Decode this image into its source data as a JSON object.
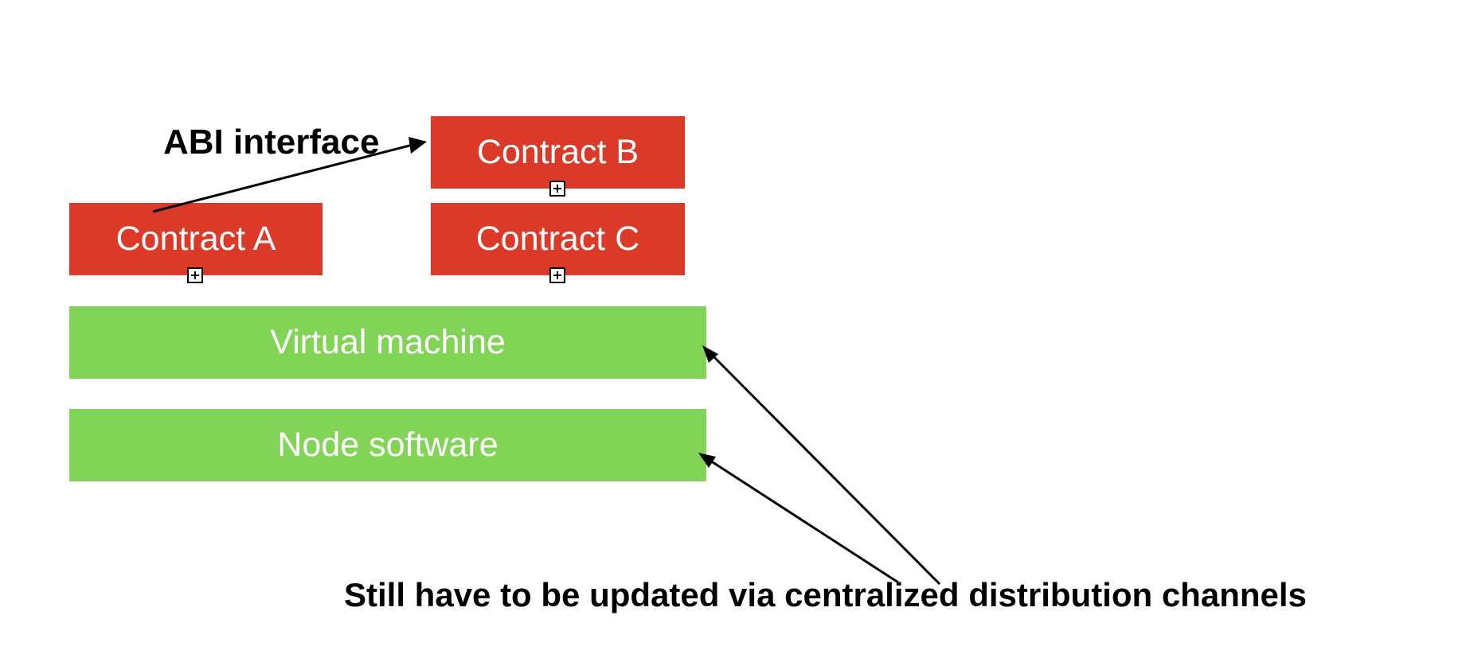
{
  "diagram": {
    "contracts": {
      "a": "Contract A",
      "b": "Contract B",
      "c": "Contract C"
    },
    "layers": {
      "virtual_machine": "Virtual machine",
      "node_software": "Node software"
    },
    "abi_label": "ABI interface",
    "note": "Still have to be updated via centralized distribution channels",
    "colors": {
      "contract": "#dc3a28",
      "layer": "#82d457",
      "text_on_box": "#ffffff",
      "arrow": "#000000"
    }
  }
}
